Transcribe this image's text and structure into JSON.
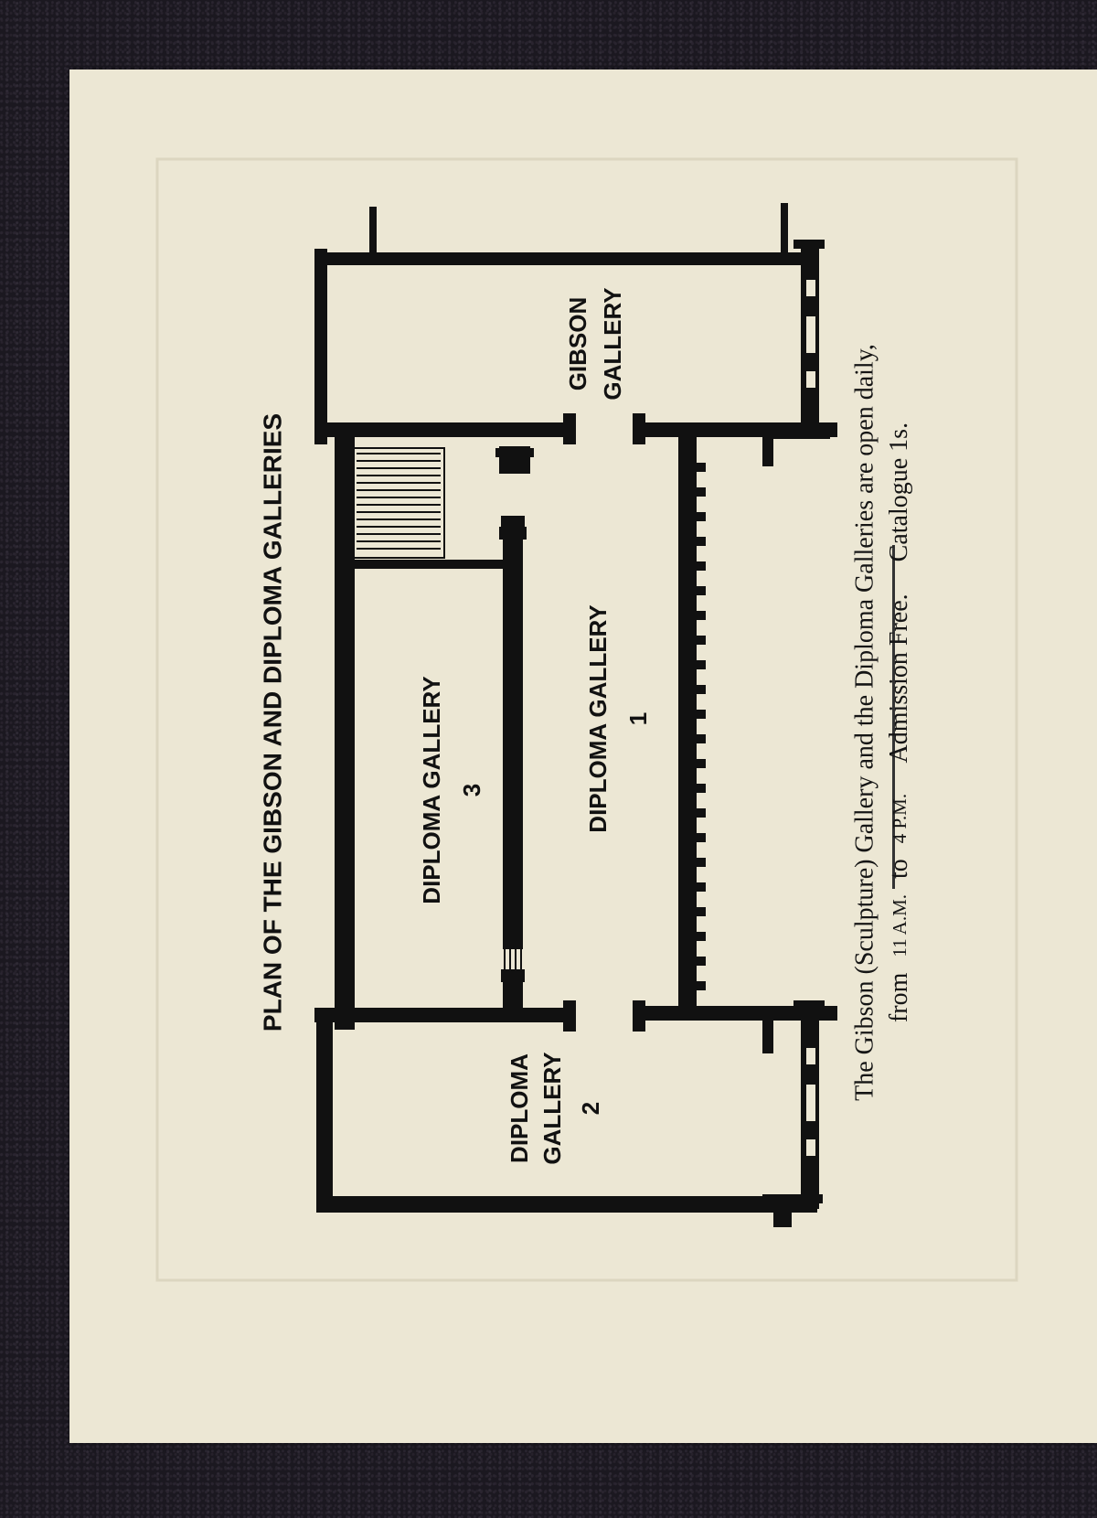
{
  "title": "PLAN OF THE GIBSON AND DIPLOMA GALLERIES",
  "rooms": {
    "gibson": {
      "line1": "GIBSON",
      "line2": "GALLERY"
    },
    "diploma3": {
      "line1": "DIPLOMA GALLERY",
      "line2": "3"
    },
    "diploma1": {
      "line1": "DIPLOMA GALLERY",
      "line2": "1"
    },
    "diploma2": {
      "line1": "DIPLOMA",
      "line2": "GALLERY",
      "line3": "2"
    }
  },
  "caption": {
    "line1": "The Gibson (Sculpture) Gallery and the Diploma Galleries are open daily,",
    "line2_from": "from",
    "line2_start": "11 A.M.",
    "line2_to": "to",
    "line2_end": "4 P.M.",
    "line2_admission": "Admission Free.",
    "line2_catalogue": "Catalogue 1s."
  },
  "colors": {
    "paper": "#ece7d4",
    "ink": "#111111",
    "background": "#1b1820"
  }
}
